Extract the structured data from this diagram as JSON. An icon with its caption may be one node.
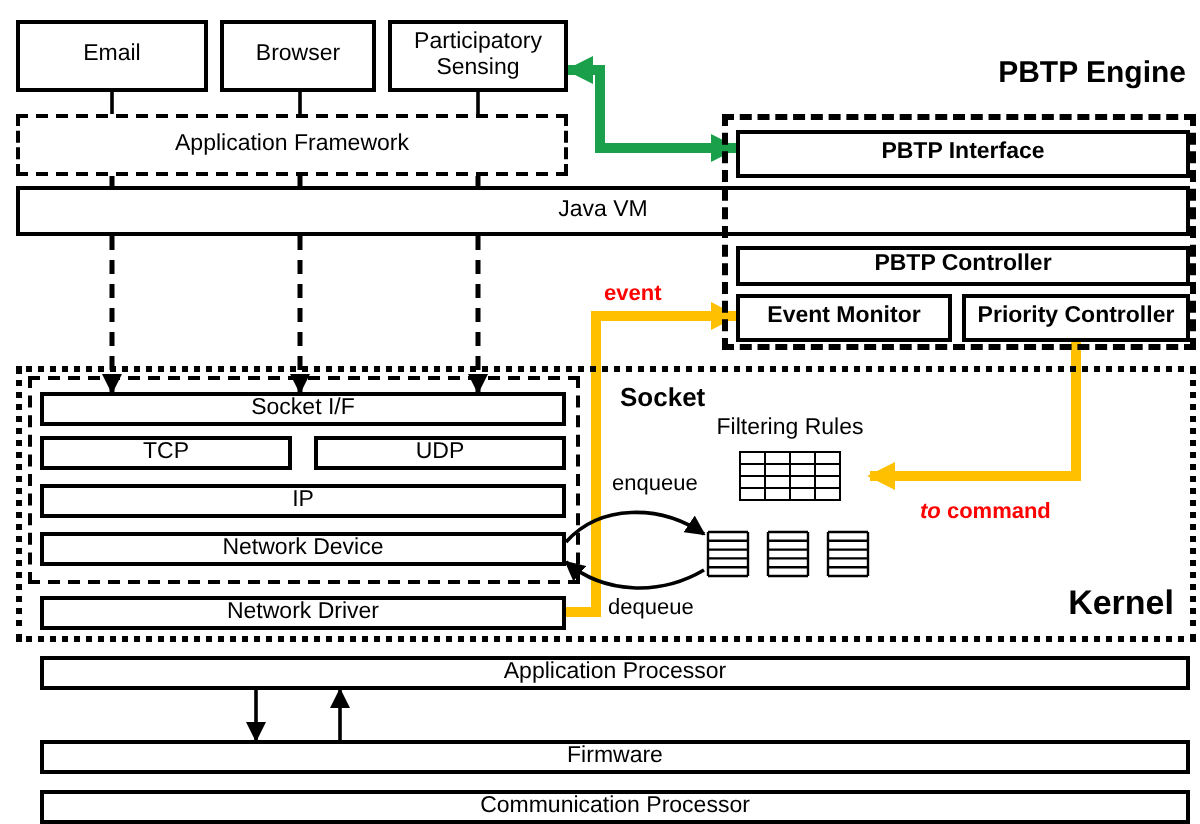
{
  "diagram": {
    "nodes": [
      {
        "text": [
          "Email"
        ]
      },
      {
        "text": [
          "Browser"
        ]
      },
      {
        "text": [
          "Participatory Sensing"
        ]
      },
      {
        "text": [
          "Application Framework"
        ]
      },
      {
        "text": [
          "Java VM"
        ]
      },
      {
        "text": [
          "PBTP Engine"
        ]
      },
      {
        "text": [
          "PBTP Interface"
        ],
        "in": 5
      },
      {
        "text": [
          "PBTP Controller"
        ],
        "in": 5
      },
      {
        "text": [
          "Event Monitor"
        ],
        "in": 5
      },
      {
        "text": [
          "Priority Controller"
        ],
        "in": 5
      },
      {
        "text": [
          "Kernel"
        ]
      },
      {
        "text": [
          "Socket"
        ],
        "in": 10
      },
      {
        "text": [
          "Socket I/F"
        ],
        "in": 11
      },
      {
        "text": [
          "TCP"
        ],
        "in": 11
      },
      {
        "text": [
          "UDP"
        ],
        "in": 11
      },
      {
        "text": [
          "IP"
        ],
        "in": 11
      },
      {
        "text": [
          "Network Device"
        ],
        "in": 11
      },
      {
        "text": [
          "Network Driver"
        ],
        "in": 10
      },
      {
        "text": [
          "Filtering Rules"
        ],
        "in": 10
      },
      {
        "text": [],
        "shape": "picture",
        "in": 10
      },
      {
        "text": [
          "Application Processor"
        ]
      },
      {
        "text": [
          "Firmware"
        ]
      },
      {
        "text": [
          "Communication Processor"
        ]
      }
    ],
    "edges": [
      {
        "from": 0,
        "to": 3,
        "arrow": "none"
      },
      {
        "from": 1,
        "to": 3,
        "arrow": "none"
      },
      {
        "from": 2,
        "to": 3,
        "arrow": "none"
      },
      {
        "from": 3,
        "to": 4,
        "arrow": "none",
        "style": "dashed"
      },
      {
        "from": 3,
        "to": 4,
        "arrow": "none",
        "style": "dashed"
      },
      {
        "from": 3,
        "to": 4,
        "arrow": "none",
        "style": "dashed"
      },
      {
        "from": 4,
        "to": 12,
        "arrow": "to",
        "style": "dashed"
      },
      {
        "from": 4,
        "to": 12,
        "arrow": "to",
        "style": "dashed"
      },
      {
        "from": 4,
        "to": 12,
        "arrow": "to",
        "style": "dashed"
      },
      {
        "from": 2,
        "to": 6,
        "arrow": "both",
        "style": "thick",
        "color": "#1aa04a"
      },
      {
        "from": 17,
        "to": 8,
        "arrow": "to",
        "label": "event",
        "style": "thick",
        "color": "#ffc000"
      },
      {
        "from": 9,
        "to": 18,
        "arrow": "to",
        "label": "*to* command",
        "style": "thick",
        "color": "#ffc000"
      },
      {
        "from": 16,
        "to": 19,
        "arrow": "to",
        "label": "enqueue"
      },
      {
        "from": 19,
        "to": 16,
        "arrow": "to",
        "label": "dequeue"
      },
      {
        "from": 20,
        "to": 21,
        "arrow": "to"
      },
      {
        "from": 21,
        "to": 20,
        "arrow": "to"
      }
    ]
  }
}
